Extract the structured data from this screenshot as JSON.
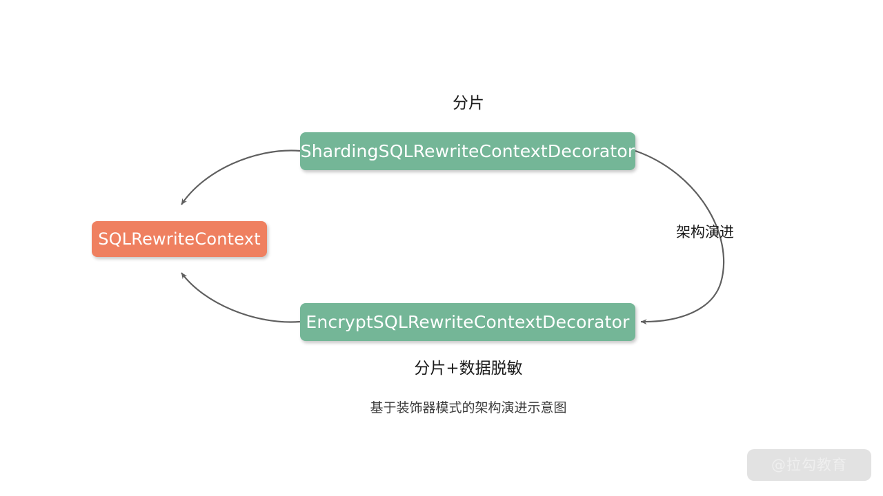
{
  "diagram": {
    "type": "decorator-pattern-architecture",
    "nodes": [
      {
        "id": "sharding-decorator",
        "label": "ShardingSQLRewriteContextDecorator",
        "color": "#74b697",
        "text_color": "#ffffff",
        "shape": "rounded-rect"
      },
      {
        "id": "sql-rewrite-context",
        "label": "SQLRewriteContext",
        "color": "#ef8060",
        "text_color": "#ffffff",
        "shape": "rounded-rect"
      },
      {
        "id": "encrypt-decorator",
        "label": "EncryptSQLRewriteContextDecorator",
        "color": "#74b697",
        "text_color": "#ffffff",
        "shape": "rounded-rect"
      }
    ],
    "edges": [
      {
        "id": "sharding-to-context",
        "from": "sharding-decorator",
        "to": "sql-rewrite-context",
        "style": "curved-arrow",
        "color": "#5f5f5f"
      },
      {
        "id": "encrypt-to-context",
        "from": "encrypt-decorator",
        "to": "sql-rewrite-context",
        "style": "curved-arrow",
        "color": "#5f5f5f"
      },
      {
        "id": "sharding-to-encrypt",
        "from": "sharding-decorator",
        "to": "encrypt-decorator",
        "style": "curved-arrow",
        "color": "#5f5f5f"
      }
    ],
    "labels": {
      "top": "分片",
      "bottom": "分片+数据脱敏",
      "right": "架构演进"
    },
    "caption": "基于装饰器模式的架构演进示意图"
  },
  "watermark": {
    "text": "@拉勾教育",
    "background": "#e2e2e2",
    "text_color": "#efefef"
  }
}
